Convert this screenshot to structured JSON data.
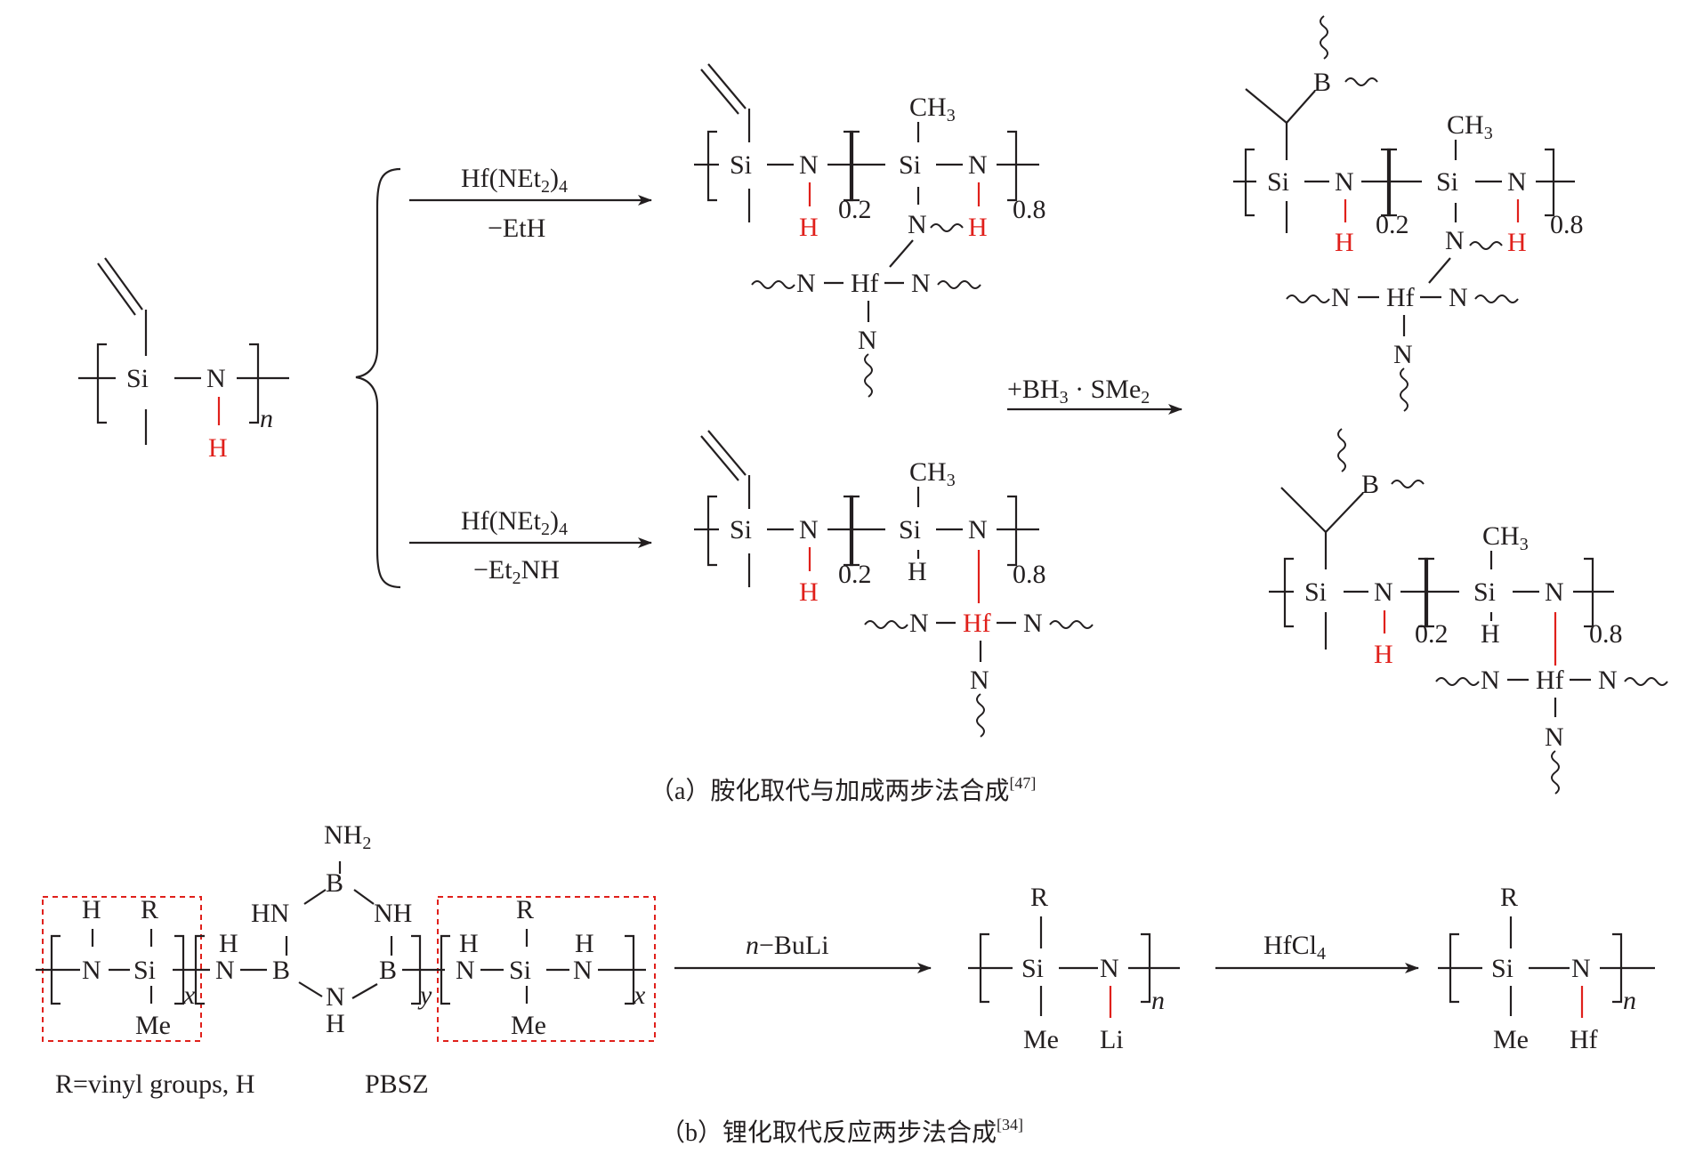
{
  "colors": {
    "ink": "#231f20",
    "highlight": "#e0201b"
  },
  "atoms": {
    "si": "Si",
    "n": "N",
    "h": "H",
    "hf": "Hf",
    "b": "B",
    "li": "Li",
    "me": "Me",
    "r": "R",
    "ch3": "CH",
    "ch3_sub": "3",
    "nh": "NH",
    "hn": "HN",
    "nh2": "NH",
    "nh2_sub": "2"
  },
  "subscripts": {
    "n": "n",
    "x": "x",
    "y": "y",
    "p02": "0.2",
    "p08": "0.8"
  },
  "reactions": {
    "top_reagent_pre": "Hf(NEt",
    "top_reagent_sub": "2",
    "top_reagent_post": ")",
    "top_reagent_sub2": "4",
    "top_byproduct": "−EtH",
    "bottom_reagent_pre": "Hf(NEt",
    "bottom_reagent_sub": "2",
    "bottom_reagent_post": ")",
    "bottom_reagent_sub2": "4",
    "bottom_byproduct_pre": "−Et",
    "bottom_byproduct_sub": "2",
    "bottom_byproduct_post": "NH",
    "borane_pre": "+BH",
    "borane_sub": "3",
    "borane_mid": " · SMe",
    "borane_sub2": "2",
    "buli_italic": "n",
    "buli_rest": "−BuLi",
    "hfcl4_pre": "HfCl",
    "hfcl4_sub": "4"
  },
  "captions": {
    "a_text": "（a）胺化取代与加成两步法合成",
    "a_ref": "[47]",
    "b_text": "（b）锂化取代反应两步法合成",
    "b_ref": "[34]"
  },
  "labels": {
    "r_def": "R=vinyl groups, H",
    "pbsz": "PBSZ"
  }
}
